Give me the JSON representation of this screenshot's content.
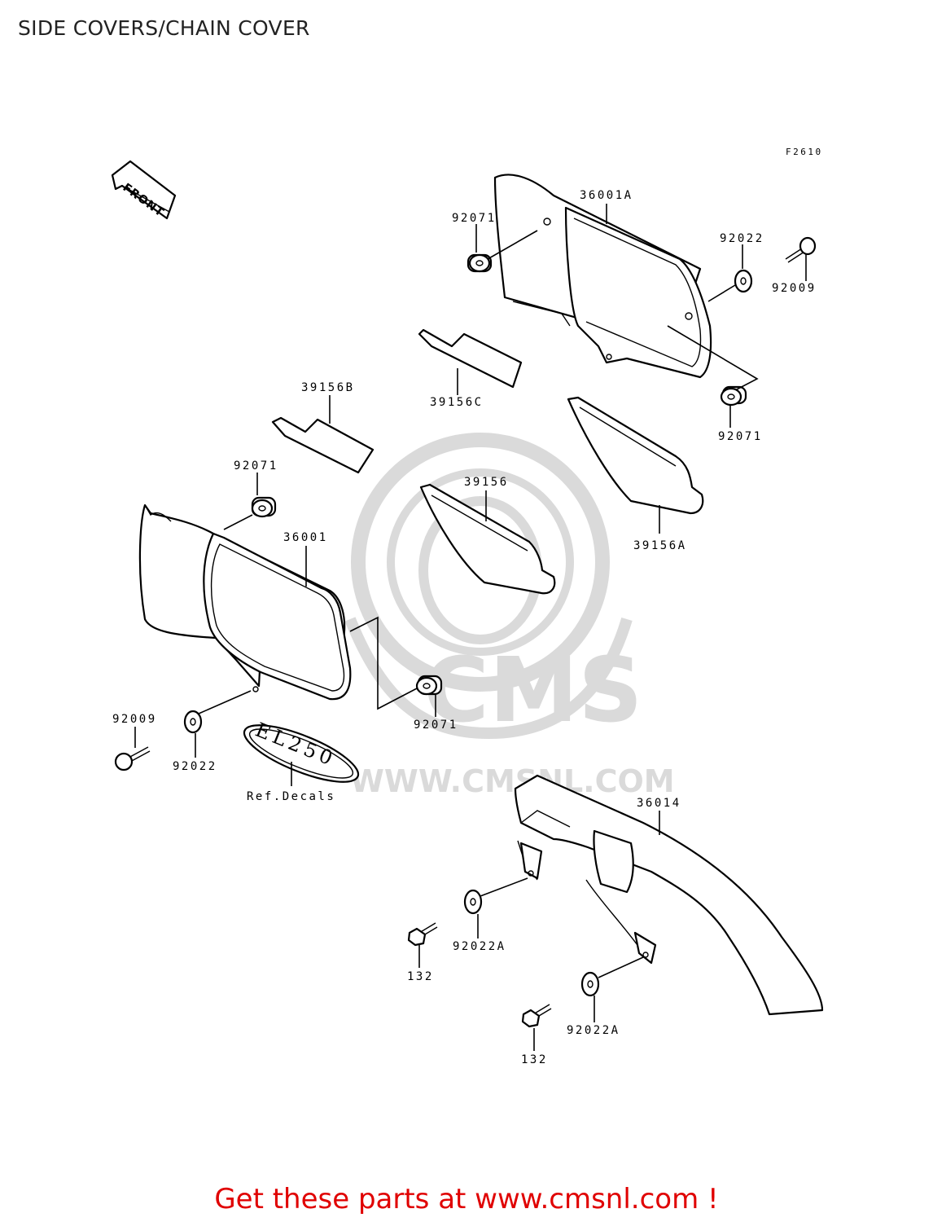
{
  "title": "SIDE COVERS/CHAIN COVER",
  "figure_code": "F2610",
  "front_label": "FRONT",
  "watermark": {
    "brand": "CMS",
    "url": "WWW.CMSNL.COM"
  },
  "decal_text": "EL250",
  "labels": {
    "p36001A": "36001A",
    "p92071_top": "92071",
    "p92022_top": "92022",
    "p92009_top": "92009",
    "p39156C": "39156C",
    "p39156B": "39156B",
    "p92071_right": "92071",
    "p92071_left": "92071",
    "p39156": "39156",
    "p36001": "36001",
    "p39156A": "39156A",
    "p92071_mid": "92071",
    "p92009_left": "92009",
    "p92022_left": "92022",
    "ref_decals": "Ref.Decals",
    "p36014": "36014",
    "p92022A_1": "92022A",
    "p132_1": "132",
    "p92022A_2": "92022A",
    "p132_2": "132"
  },
  "cta": "Get these parts at www.cmsnl.com !"
}
